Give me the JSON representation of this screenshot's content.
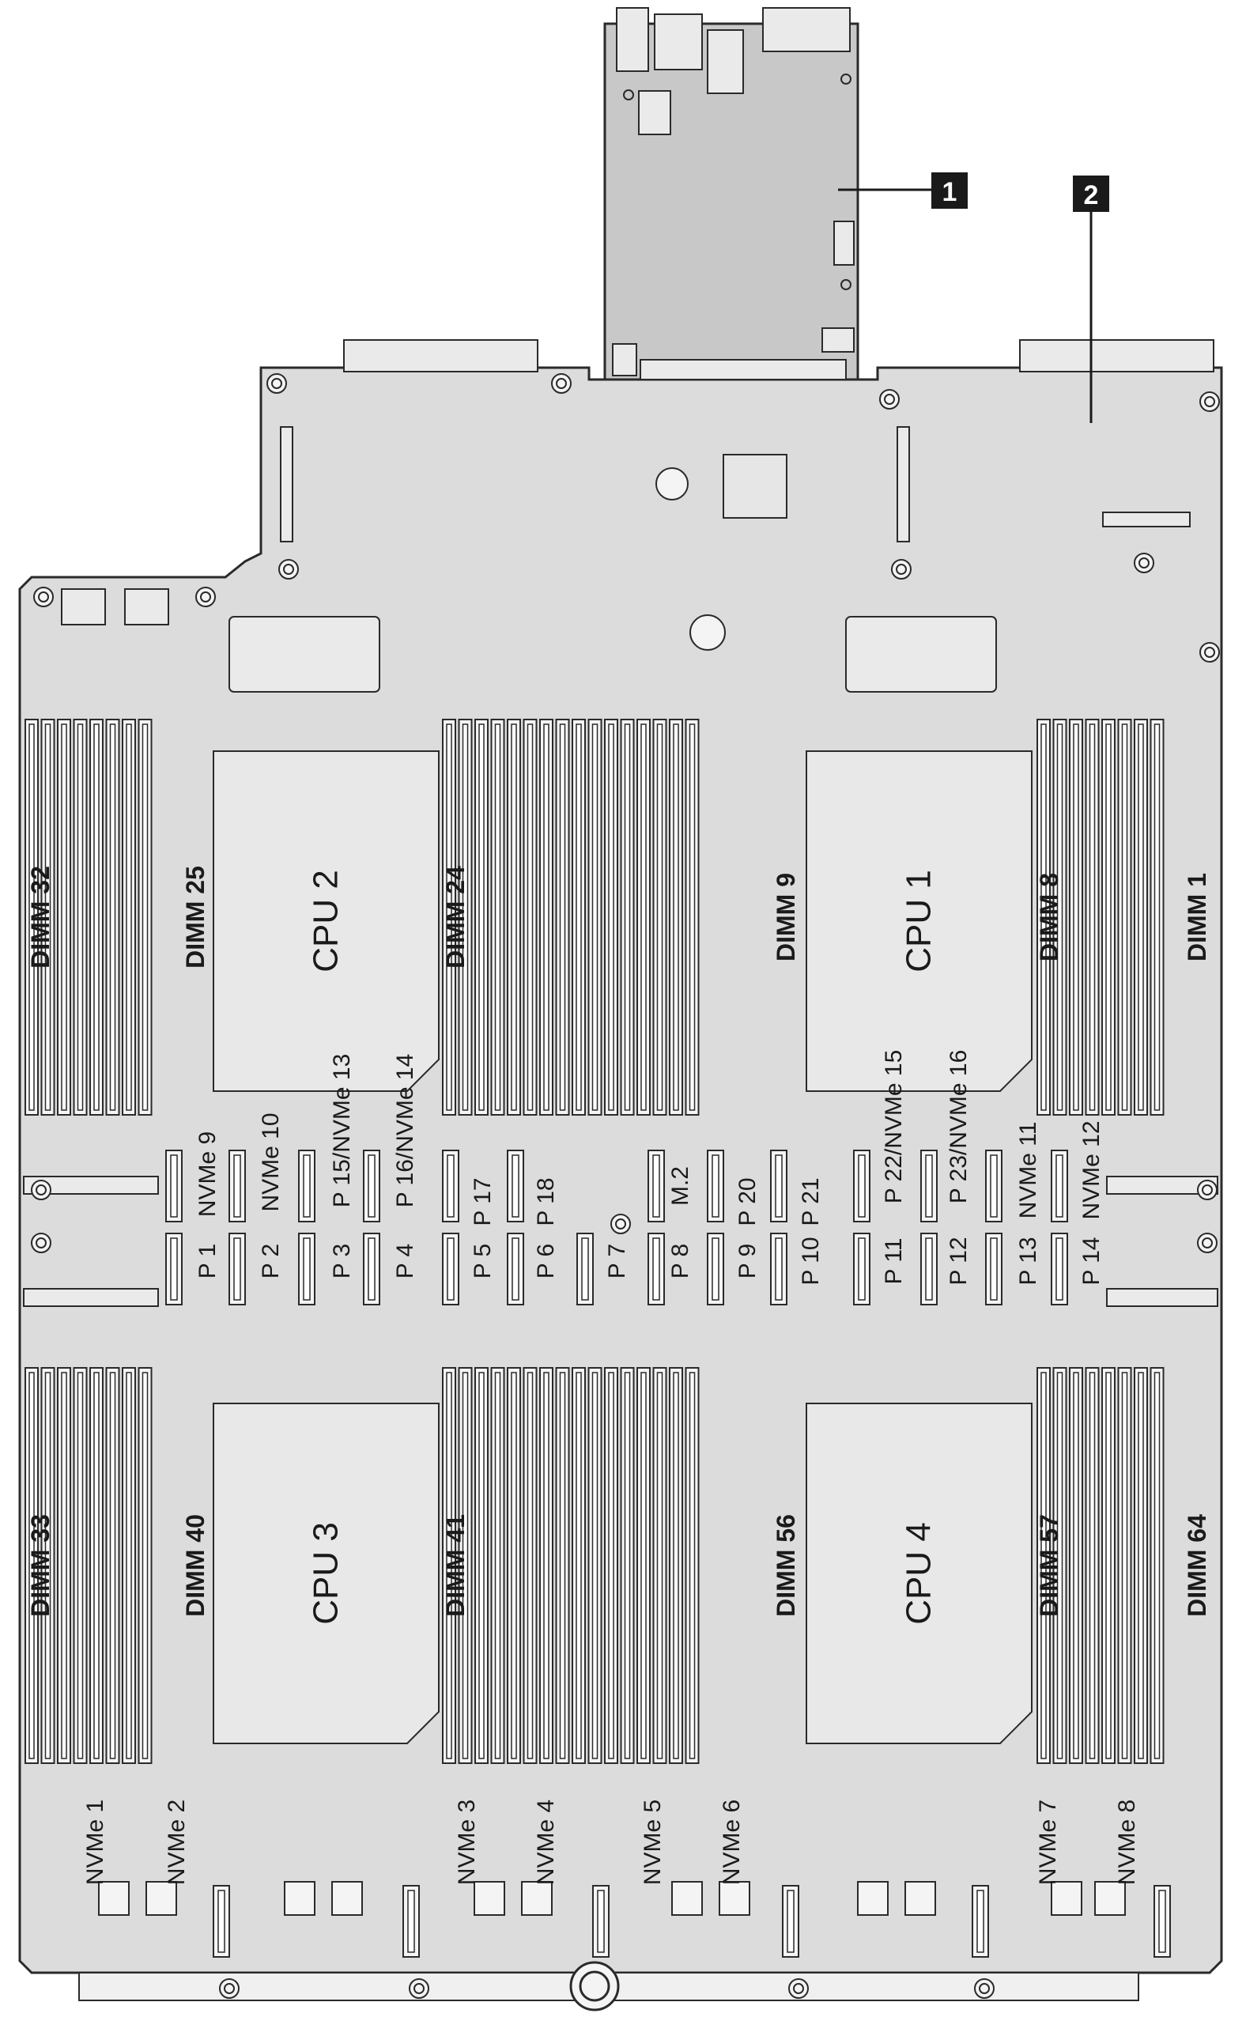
{
  "callouts": [
    {
      "number": "1"
    },
    {
      "number": "2"
    }
  ],
  "cpus": [
    {
      "label": "CPU 2"
    },
    {
      "label": "CPU 1"
    },
    {
      "label": "CPU 3"
    },
    {
      "label": "CPU 4"
    }
  ],
  "dimm_labels": [
    {
      "text": "DIMM 32"
    },
    {
      "text": "DIMM 25"
    },
    {
      "text": "DIMM 24"
    },
    {
      "text": "DIMM 9"
    },
    {
      "text": "DIMM 8"
    },
    {
      "text": "DIMM 1"
    },
    {
      "text": "DIMM 33"
    },
    {
      "text": "DIMM 40"
    },
    {
      "text": "DIMM 41"
    },
    {
      "text": "DIMM 56"
    },
    {
      "text": "DIMM 57"
    },
    {
      "text": "DIMM 64"
    }
  ],
  "connector_labels": [
    {
      "text": "NVMe 9"
    },
    {
      "text": "NVMe 10"
    },
    {
      "text": "P 15/NVMe 13"
    },
    {
      "text": "P 16/NVMe 14"
    },
    {
      "text": "P 1"
    },
    {
      "text": "P 2"
    },
    {
      "text": "P 3"
    },
    {
      "text": "P 4"
    },
    {
      "text": "P 17"
    },
    {
      "text": "P 18"
    },
    {
      "text": "P 5"
    },
    {
      "text": "P 6"
    },
    {
      "text": "P 7"
    },
    {
      "text": "M.2"
    },
    {
      "text": "P 8"
    },
    {
      "text": "P 20"
    },
    {
      "text": "P 21"
    },
    {
      "text": "P 9"
    },
    {
      "text": "P 10"
    },
    {
      "text": "P 22/NVMe 15"
    },
    {
      "text": "P 23/NVMe 16"
    },
    {
      "text": "NVMe 11"
    },
    {
      "text": "NVMe 12"
    },
    {
      "text": "P 11"
    },
    {
      "text": "P 12"
    },
    {
      "text": "P 13"
    },
    {
      "text": "P 14"
    }
  ],
  "bottom_nvme_labels": [
    {
      "text": "NVMe 1"
    },
    {
      "text": "NVMe 2"
    },
    {
      "text": "NVMe 3"
    },
    {
      "text": "NVMe 4"
    },
    {
      "text": "NVMe 5"
    },
    {
      "text": "NVMe 6"
    },
    {
      "text": "NVMe 7"
    },
    {
      "text": "NVMe 8"
    }
  ],
  "colors": {
    "board_fill": "#dcdcdc",
    "board_stroke": "#2a2a2a",
    "cpu_fill": "#e8e8e8",
    "callout_fill": "#1a1a1a",
    "callout_text": "#ffffff",
    "label_text": "#1a1a1a"
  }
}
